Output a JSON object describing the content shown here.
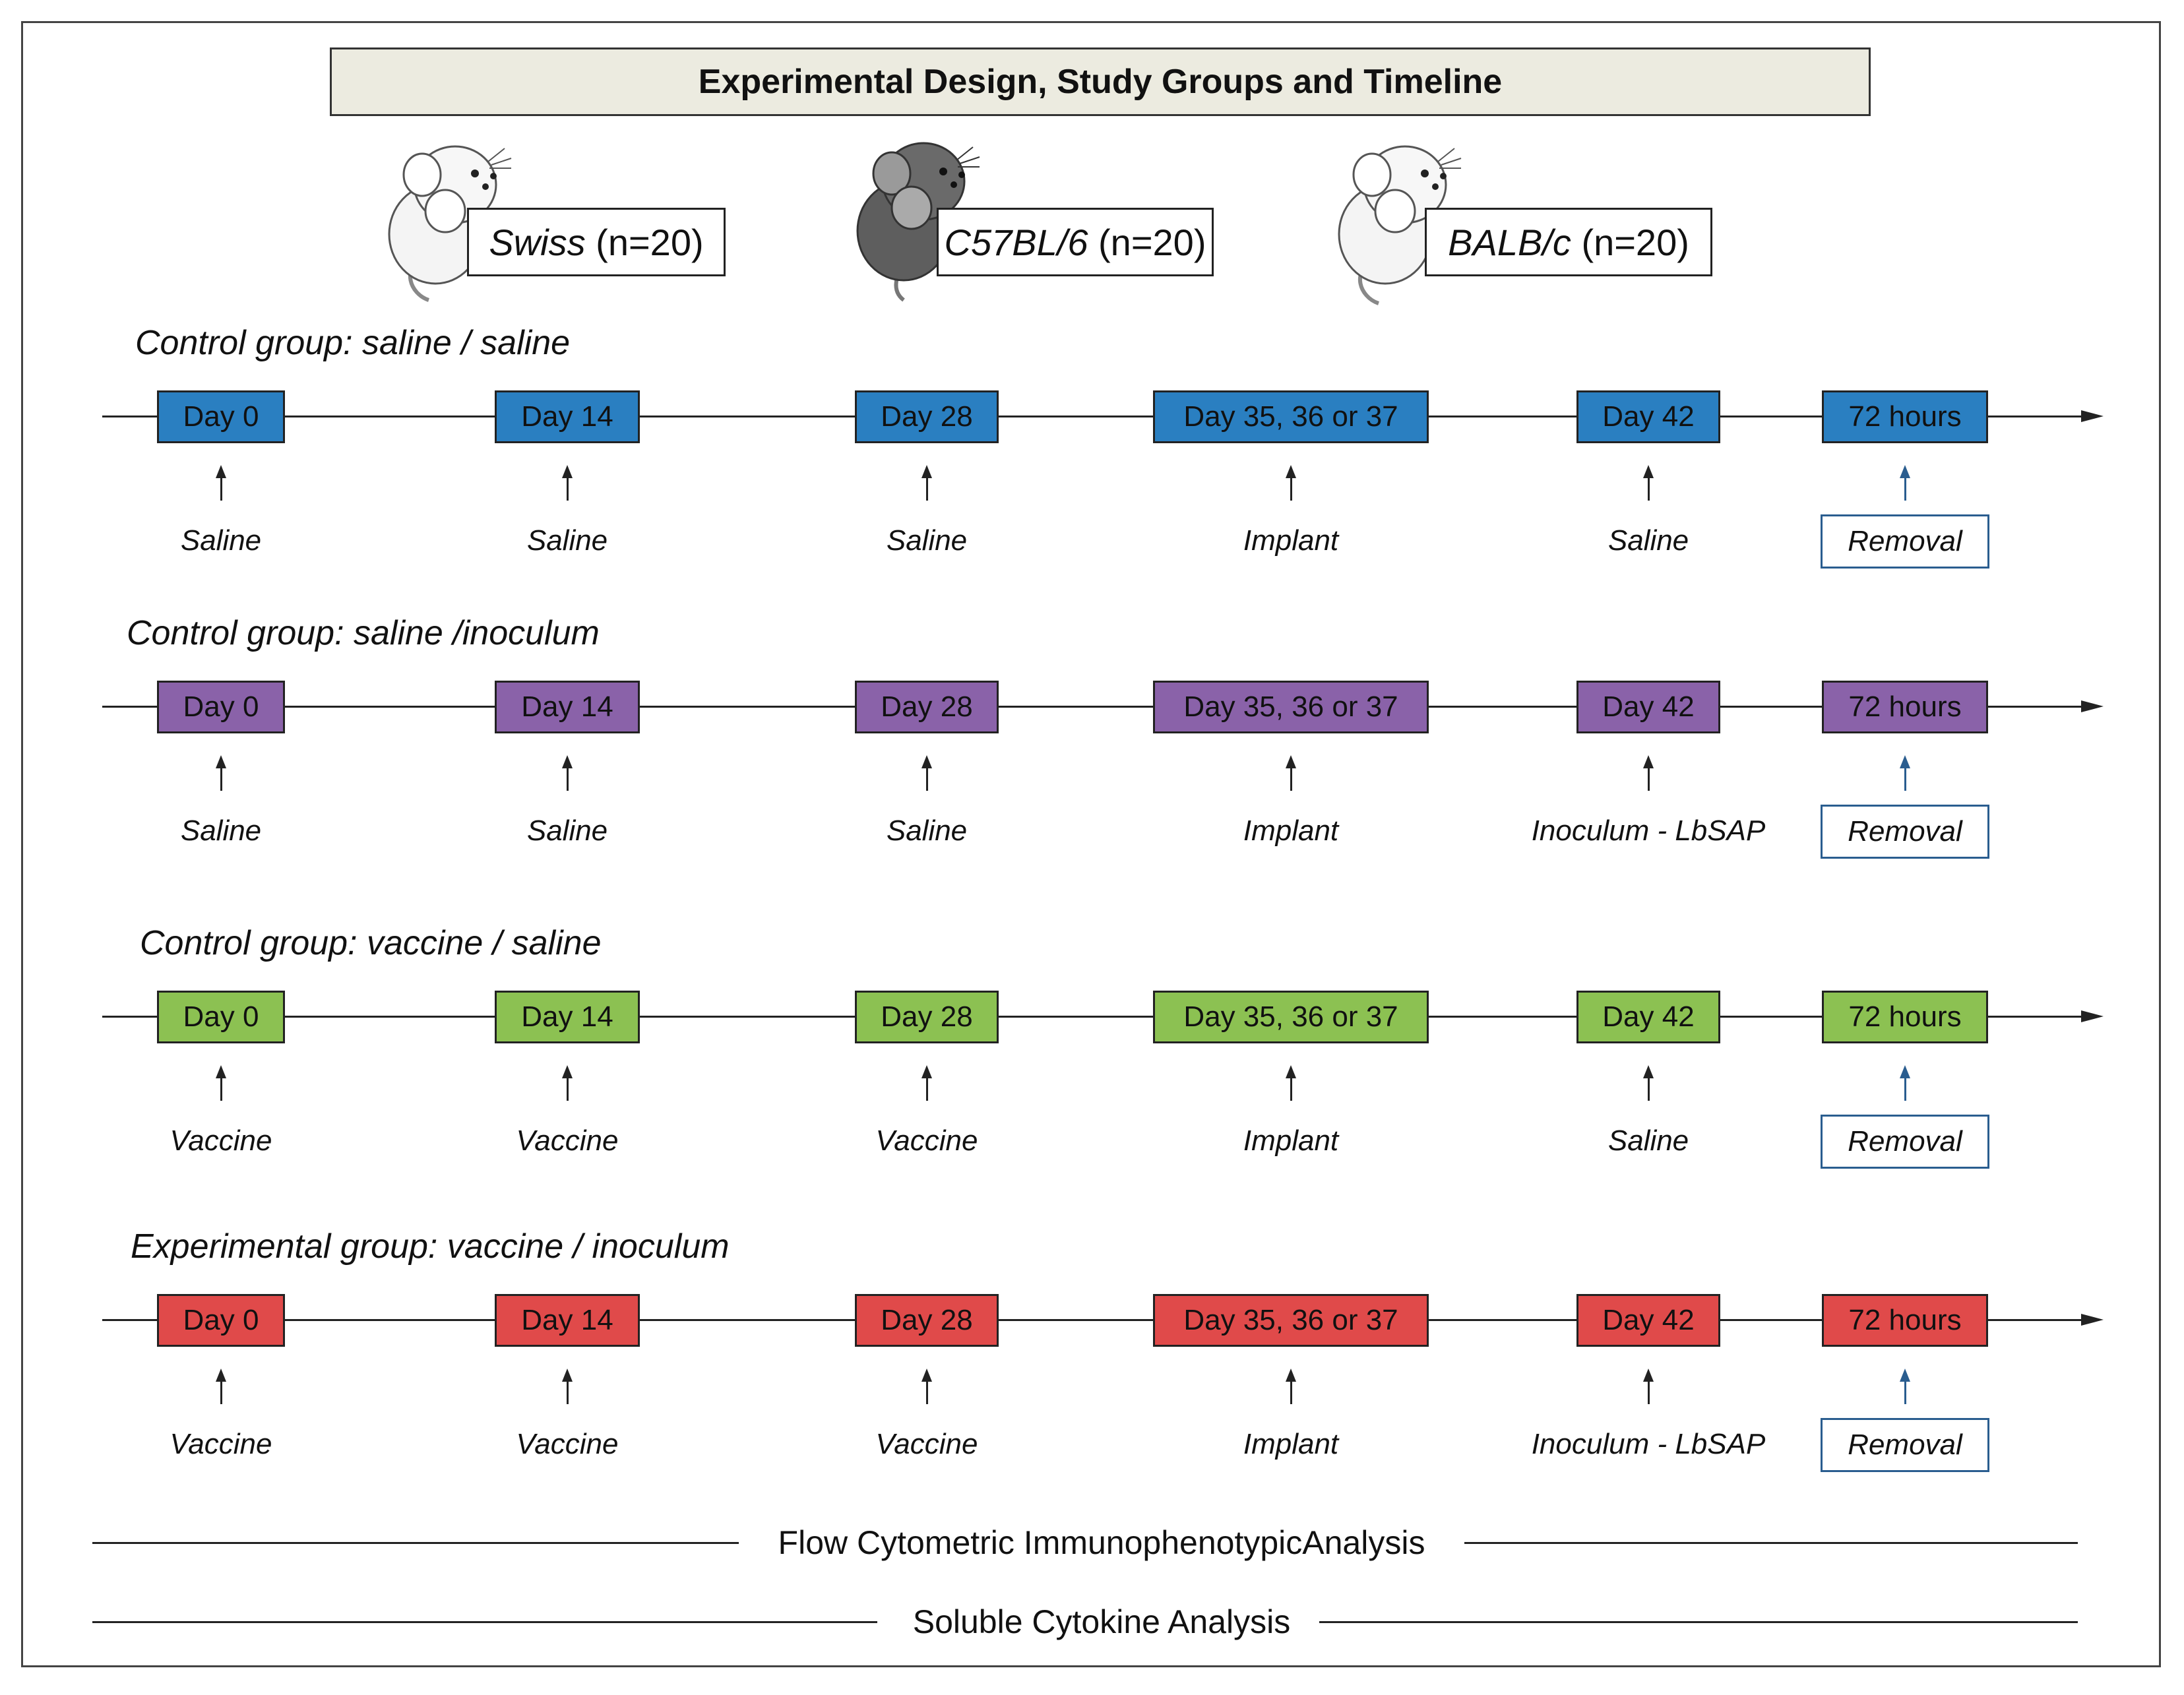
{
  "title": "Experimental Design, Study Groups and Timeline",
  "colors": {
    "blue": "#2a7fc1",
    "purple": "#8a62a9",
    "green": "#8cc152",
    "red": "#e04a4a",
    "removal_arrow": "#2a5d8f"
  },
  "strains": [
    {
      "name": "Swiss",
      "n": "(n=20)",
      "icon": "white-mouse-icon"
    },
    {
      "name": "C57BL/6",
      "n": "(n=20)",
      "icon": "black-mouse-icon"
    },
    {
      "name": "BALB/c",
      "n": "(n=20)",
      "icon": "white-mouse-icon"
    }
  ],
  "groups": [
    {
      "title": "Control group: saline / saline",
      "color": "#2a7fc1",
      "timepoints": [
        "Day 0",
        "Day 14",
        "Day 28",
        "Day 35, 36 or 37",
        "Day 42",
        "72 hours"
      ],
      "events": [
        "Saline",
        "Saline",
        "Saline",
        "Implant",
        "Saline",
        "Removal"
      ]
    },
    {
      "title": "Control group: saline /inoculum",
      "color": "#8a62a9",
      "timepoints": [
        "Day 0",
        "Day 14",
        "Day 28",
        "Day 35, 36 or 37",
        "Day 42",
        "72 hours"
      ],
      "events": [
        "Saline",
        "Saline",
        "Saline",
        "Implant",
        "Inoculum - LbSAP",
        "Removal"
      ]
    },
    {
      "title": "Control group: vaccine / saline",
      "color": "#8cc152",
      "timepoints": [
        "Day 0",
        "Day 14",
        "Day 28",
        "Day 35, 36 or 37",
        "Day 42",
        "72 hours"
      ],
      "events": [
        "Vaccine",
        "Vaccine",
        "Vaccine",
        "Implant",
        "Saline",
        "Removal"
      ]
    },
    {
      "title": "Experimental group: vaccine / inoculum",
      "color": "#e04a4a",
      "timepoints": [
        "Day 0",
        "Day 14",
        "Day 28",
        "Day 35, 36 or 37",
        "Day 42",
        "72 hours"
      ],
      "events": [
        "Vaccine",
        "Vaccine",
        "Vaccine",
        "Implant",
        "Inoculum - LbSAP",
        "Removal"
      ]
    }
  ],
  "analyses": [
    "Flow Cytometric ImmunophenotypicAnalysis",
    "Soluble Cytokine Analysis"
  ]
}
